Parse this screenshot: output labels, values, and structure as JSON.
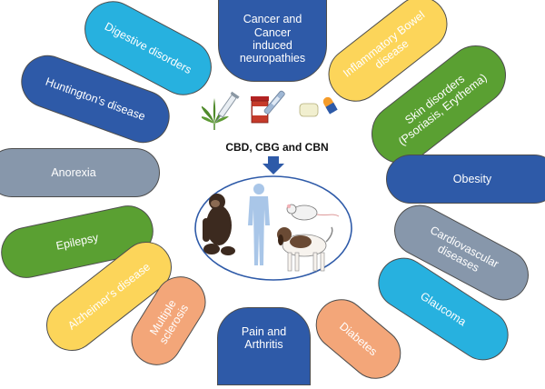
{
  "center": {
    "label": "CBD, CBG and CBN"
  },
  "diseases": {
    "cancer": "Cancer and\nCancer\ninduced\nneuropathies",
    "digestive": "Digestive disorders",
    "ibd": "Inflammatory Bowel\ndisease",
    "huntington": "Huntington's disease",
    "skin": "Skin disorders\n(Psoriasis, Erythema)",
    "anorexia": "Anorexia",
    "obesity": "Obesity",
    "epilepsy": "Epilepsy",
    "cardio": "Cardiovascular diseases",
    "alzheimer": "Alzheimer's disease",
    "glaucoma": "Glaucoma",
    "ms": "Multiple\nsclerosis",
    "pain": "Pain and\nArthritis",
    "diabetes": "Diabetes"
  },
  "colors": {
    "navy": "#2e5aa8",
    "sky": "#27b1df",
    "yellow": "#fcd55a",
    "green": "#5aa032",
    "grey": "#8797ab",
    "peach": "#f3a679",
    "arrow": "#2e5aa8"
  },
  "icons": [
    "cannabis-leaf-icon",
    "syringe-icon",
    "pill-bottle-icon",
    "injector-icon",
    "soap-bar-icon",
    "capsule-icon",
    "chimpanzee-icon",
    "human-figure-icon",
    "rat-icon",
    "dog-icon",
    "down-arrow-icon"
  ]
}
